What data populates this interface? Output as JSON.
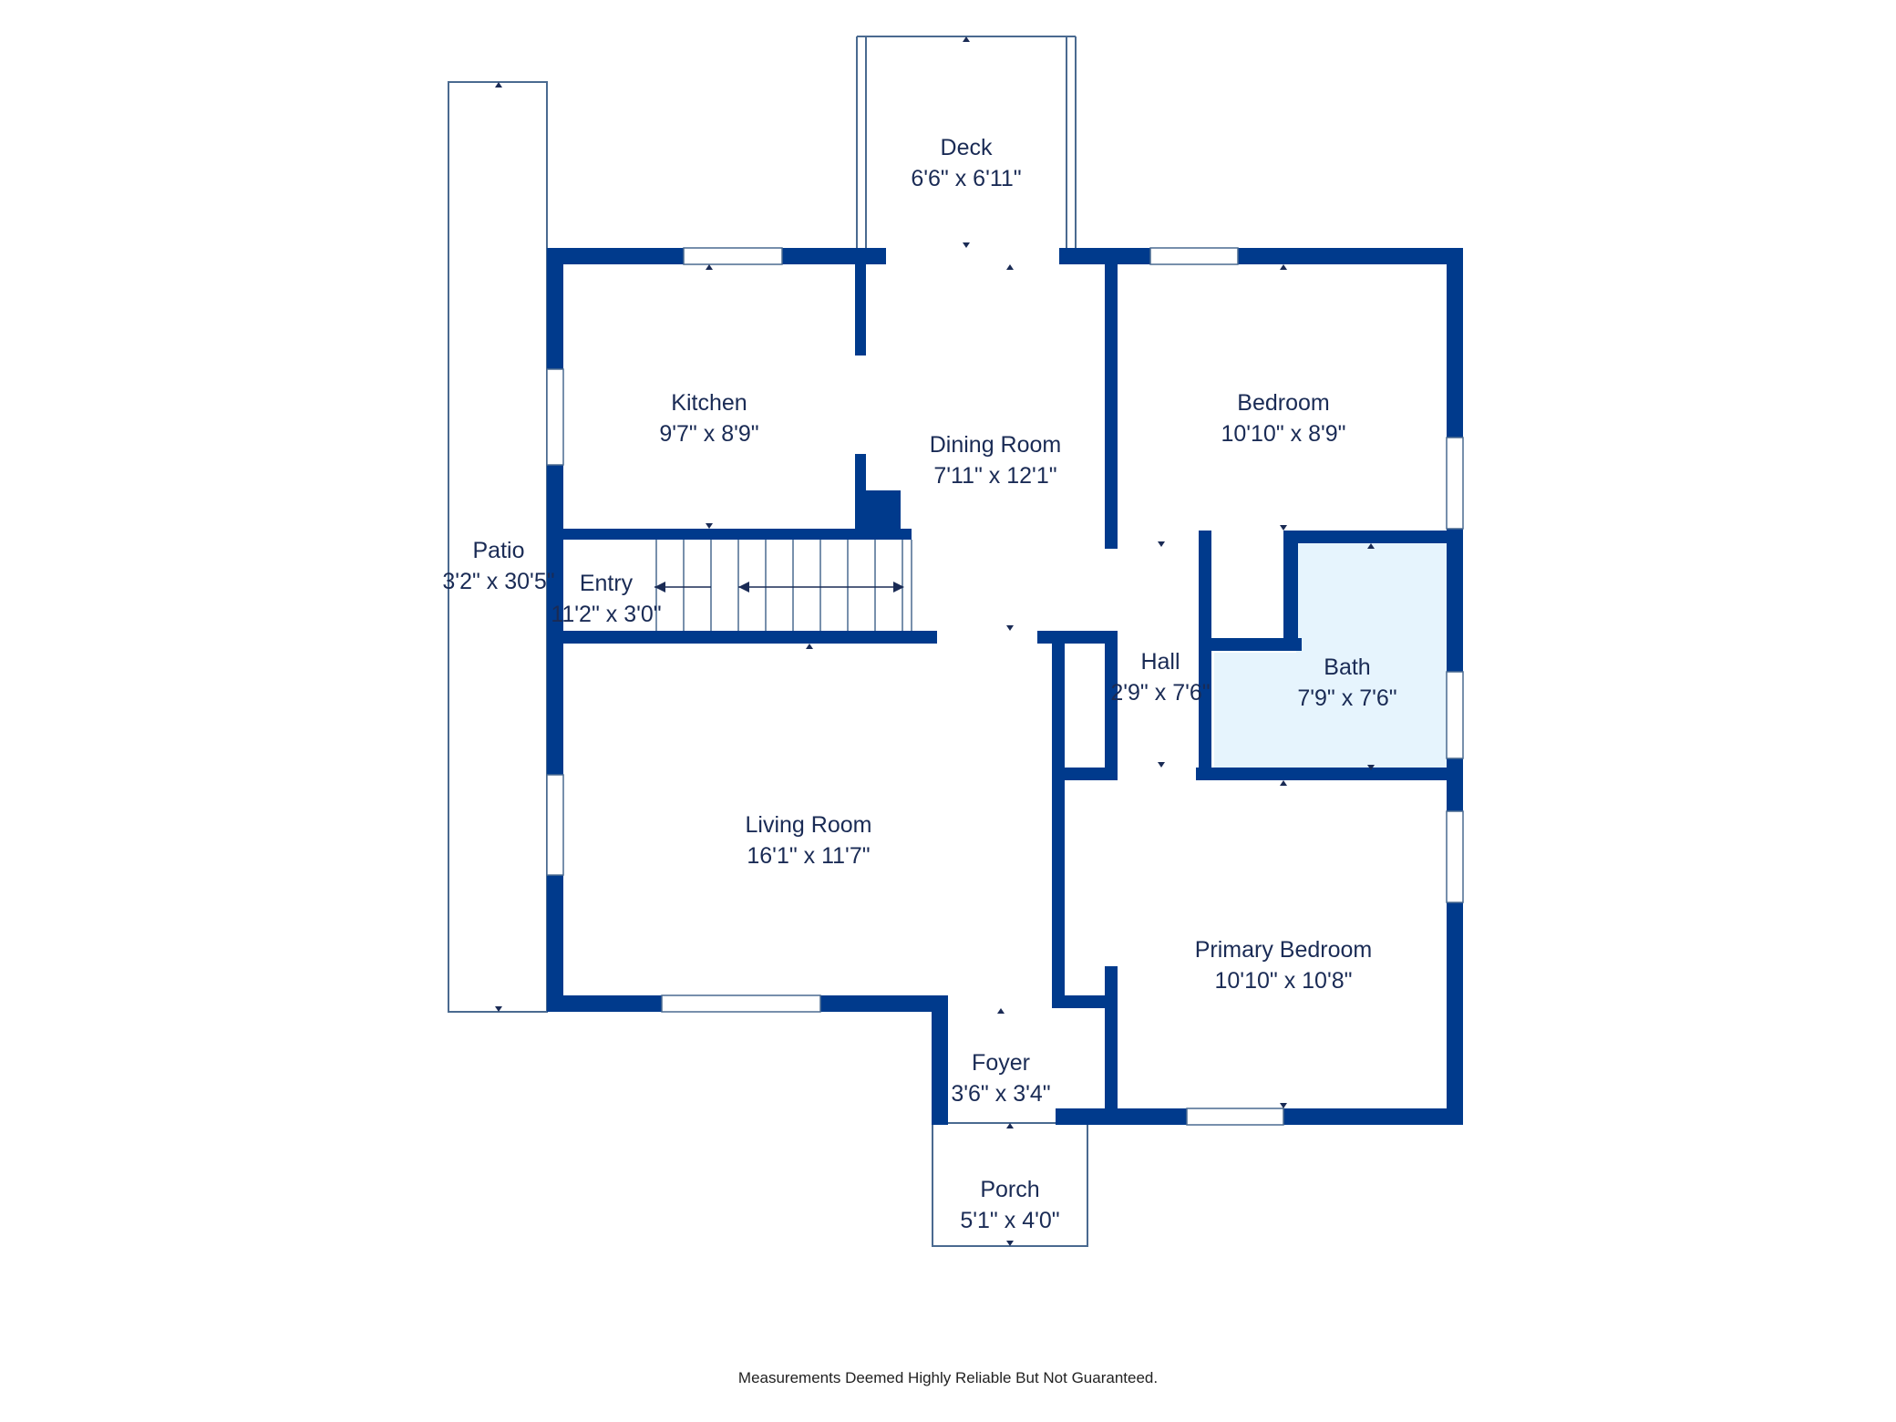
{
  "colors": {
    "wall": "#003a8c",
    "outline": "#4a6a90",
    "bath_fill": "#e6f4fd",
    "text": "#1a2b55"
  },
  "rooms": {
    "deck": {
      "name": "Deck",
      "dims": "6'6\" x 6'11\""
    },
    "patio": {
      "name": "Patio",
      "dims": "3'2\" x 30'5\""
    },
    "kitchen": {
      "name": "Kitchen",
      "dims": "9'7\" x 8'9\""
    },
    "dining": {
      "name": "Dining Room",
      "dims": "7'11\" x 12'1\""
    },
    "bedroom": {
      "name": "Bedroom",
      "dims": "10'10\" x 8'9\""
    },
    "entry": {
      "name": "Entry",
      "dims": "11'2\" x 3'0\""
    },
    "hall": {
      "name": "Hall",
      "dims": "2'9\" x 7'6\""
    },
    "bath": {
      "name": "Bath",
      "dims": "7'9\" x 7'6\""
    },
    "living": {
      "name": "Living Room",
      "dims": "16'1\" x 11'7\""
    },
    "primary": {
      "name": "Primary Bedroom",
      "dims": "10'10\" x 10'8\""
    },
    "foyer": {
      "name": "Foyer",
      "dims": "3'6\" x 3'4\""
    },
    "porch": {
      "name": "Porch",
      "dims": "5'1\" x 4'0\""
    }
  },
  "footer": {
    "disclaimer": "Measurements Deemed Highly Reliable But Not Guaranteed."
  }
}
